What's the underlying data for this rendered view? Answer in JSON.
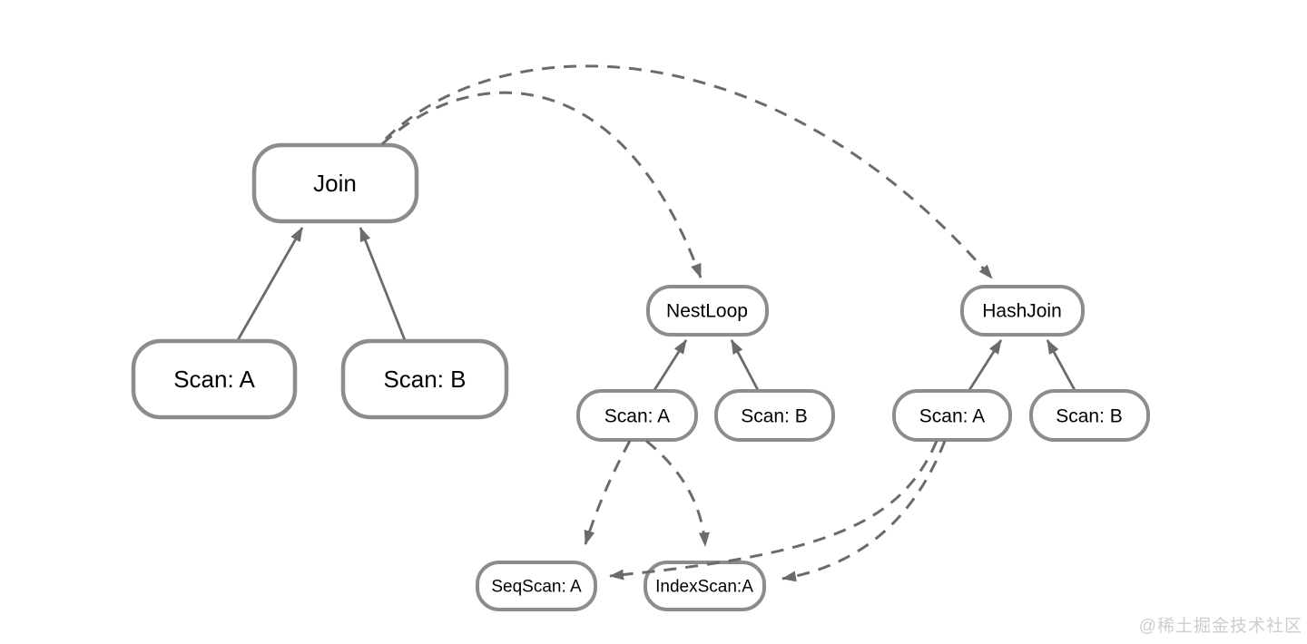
{
  "diagram": {
    "title": "query-plan-transformation",
    "nodes": {
      "join": {
        "label": "Join"
      },
      "scan_a_main": {
        "label": "Scan: A"
      },
      "scan_b_main": {
        "label": "Scan: B"
      },
      "nestloop": {
        "label": "NestLoop"
      },
      "scan_a_nestloop": {
        "label": "Scan: A"
      },
      "scan_b_nestloop": {
        "label": "Scan: B"
      },
      "hashjoin": {
        "label": "HashJoin"
      },
      "scan_a_hashjoin": {
        "label": "Scan: A"
      },
      "scan_b_hashjoin": {
        "label": "Scan: B"
      },
      "seqscan_a": {
        "label": "SeqScan: A"
      },
      "indexscan_a": {
        "label": "IndexScan:A"
      }
    },
    "edges": {
      "solid": [
        "scan_a_main -> join",
        "scan_b_main -> join",
        "scan_a_nestloop -> nestloop",
        "scan_b_nestloop -> nestloop",
        "scan_a_hashjoin -> hashjoin",
        "scan_b_hashjoin -> hashjoin"
      ],
      "dashed": [
        "join -> nestloop",
        "join -> hashjoin",
        "scan_a_nestloop -> seqscan_a",
        "scan_a_nestloop -> indexscan_a",
        "scan_a_hashjoin -> seqscan_a",
        "scan_a_hashjoin -> indexscan_a"
      ]
    },
    "colors": {
      "node_border": "#8c8c8c",
      "node_fill": "#ffffff",
      "edge": "#6b6b6b",
      "text": "#000000",
      "background": "#ffffff",
      "watermark": "#cdcdd2"
    }
  },
  "watermark": {
    "text": "@稀土掘金技术社区"
  }
}
